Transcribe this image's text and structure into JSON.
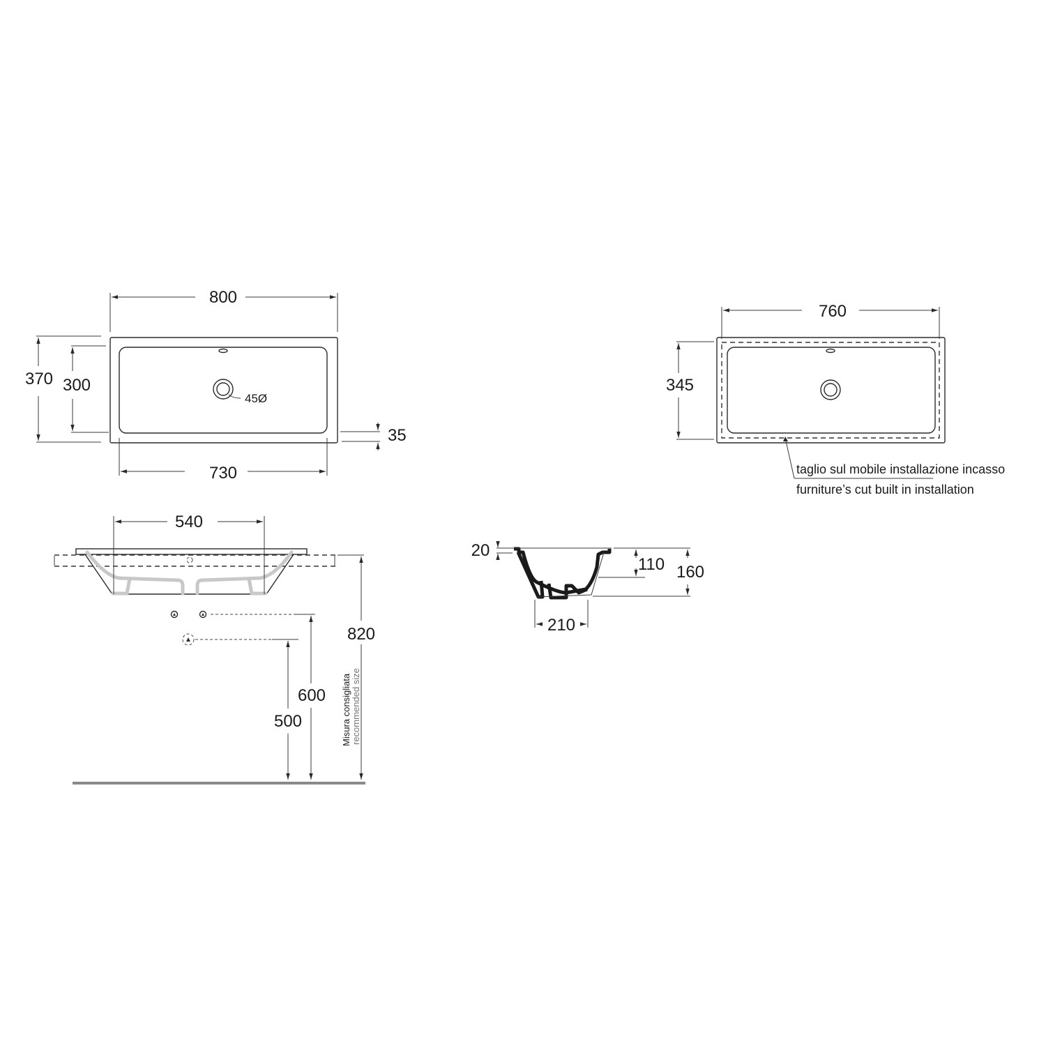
{
  "top_view": {
    "width_overall": "800",
    "depth_overall": "370",
    "basin_depth": "300",
    "basin_width": "730",
    "rim_offset": "35",
    "drain_diameter": "45Ø"
  },
  "cutout_view": {
    "cut_width": "760",
    "cut_depth": "345",
    "note_it": "taglio sul mobile installazione incasso",
    "note_en": "furniture’s cut built in installation"
  },
  "front_view": {
    "span": "540",
    "height_overall": "820",
    "height_supply": "600",
    "height_waste": "500",
    "recommended_it": "Misura consigliata",
    "recommended_en": "recommended size"
  },
  "side_view": {
    "rim_thickness": "20",
    "bowl_depth": "110",
    "total_height": "160",
    "base_width": "210"
  },
  "colors": {
    "line": "#2a2a2a",
    "floor": "#8a8a8a",
    "hidden_detail": "#c8c8c8",
    "secondary_text": "#777777"
  }
}
